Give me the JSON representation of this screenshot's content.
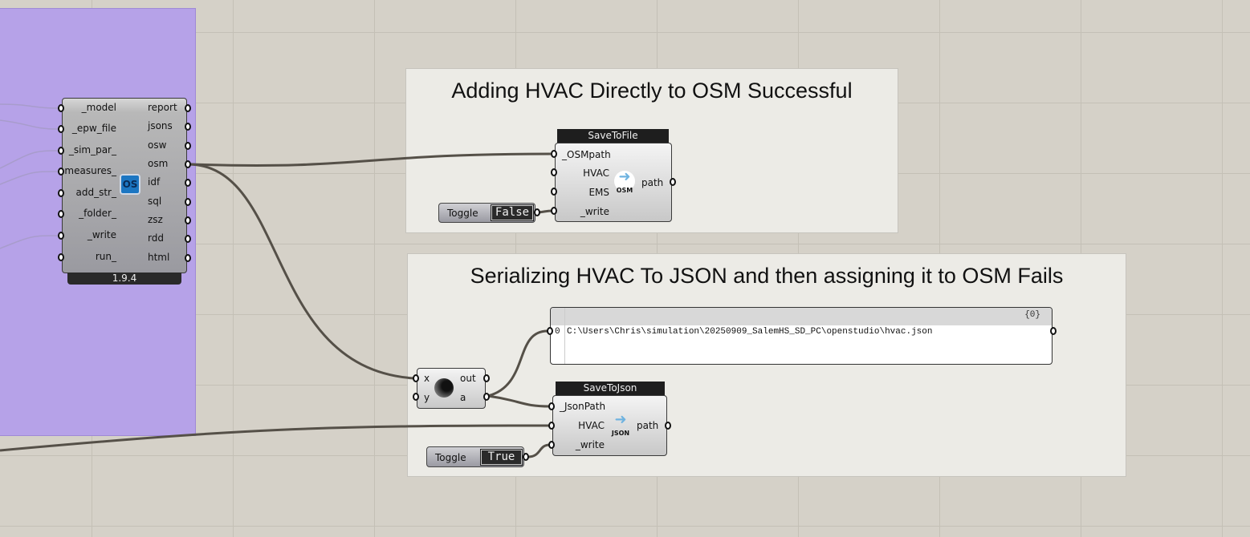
{
  "run_osw": {
    "inputs": [
      "_model",
      "_epw_file",
      "_sim_par_",
      "measures_",
      "add_str_",
      "_folder_",
      "_write",
      "run_"
    ],
    "outputs": [
      "report",
      "jsons",
      "osw",
      "osm",
      "idf",
      "sql",
      "zsz",
      "rdd",
      "html"
    ],
    "icon": "openstudio-icon",
    "version": "1.9.4"
  },
  "group_success": {
    "title": "Adding HVAC Directly to OSM Successful"
  },
  "group_fail": {
    "title": "Serializing HVAC To JSON and then assigning it to OSM Fails"
  },
  "save_to_file": {
    "title": "SaveToFile",
    "inputs": [
      "_OSMpath",
      "HVAC",
      "EMS",
      "_write"
    ],
    "output": "path",
    "icon_text": "OSM"
  },
  "toggle_false": {
    "label": "Toggle",
    "value": "False"
  },
  "panel": {
    "path_index": "{0}",
    "row_index": "0",
    "value": "C:\\Users\\Chris\\simulation\\20250909_SalemHS_SD_PC\\openstudio\\hvac.json"
  },
  "expression": {
    "inputs": [
      "x",
      "y"
    ],
    "outputs": [
      "out",
      "a"
    ]
  },
  "save_to_json": {
    "title": "SaveToJson",
    "inputs": [
      "_JsonPath",
      "HVAC",
      "_write"
    ],
    "output": "path",
    "icon_text": "JSON"
  },
  "toggle_true": {
    "label": "Toggle",
    "value": "True"
  },
  "colors": {
    "canvas": "#d5d1c8",
    "group_purple": "#b6a2e8",
    "group_light": "#ecebe6",
    "wire": "#555048"
  }
}
